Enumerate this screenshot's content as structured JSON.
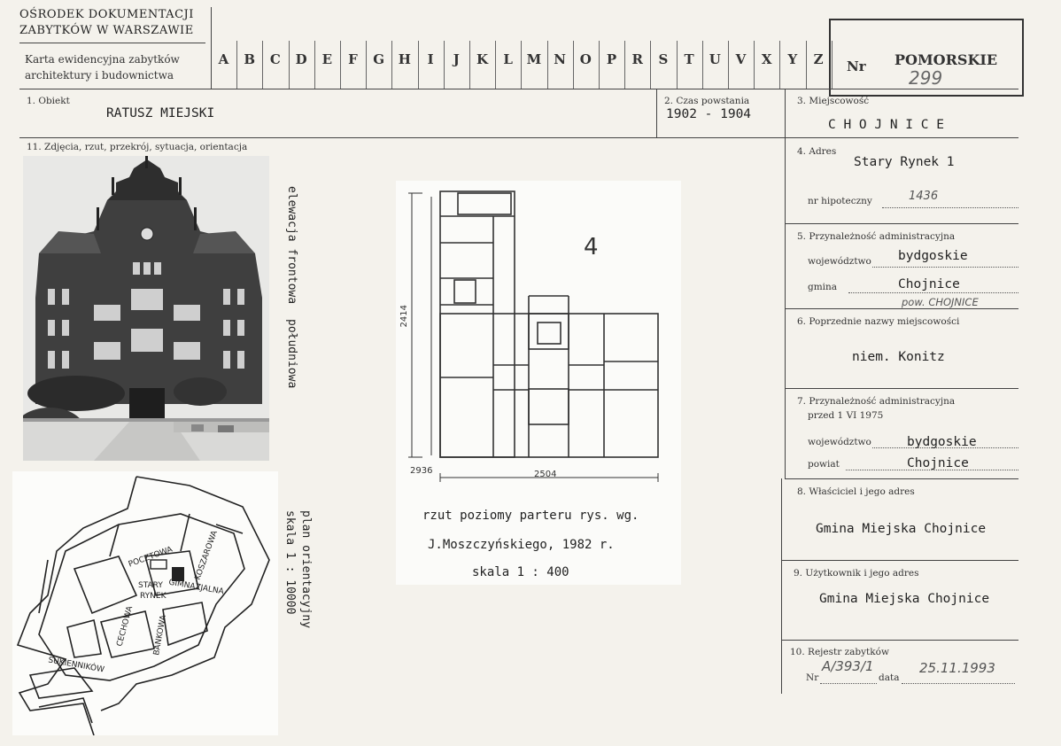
{
  "header": {
    "institution_line1": "OŚRODEK DOKUMENTACJI",
    "institution_line2": "ZABYTKÓW W WARSZAWIE",
    "card_line1": "Karta ewidencyjna zabytków",
    "card_line2": "architektury i budownictwa",
    "letters": [
      "A",
      "B",
      "C",
      "D",
      "E",
      "F",
      "G",
      "H",
      "I",
      "J",
      "K",
      "L",
      "M",
      "N",
      "O",
      "P",
      "R",
      "S",
      "T",
      "U",
      "V",
      "X",
      "Y",
      "Z"
    ],
    "nr_label": "Nr",
    "region": "POMORSKIE",
    "number": "299"
  },
  "fields": {
    "object_label": "1. Obiekt",
    "object_value": "RATUSZ MIEJSKI",
    "period_label": "2. Czas powstania",
    "period_value": "1902 - 1904",
    "place_label": "3. Miejscowość",
    "place_value": "C H O J N I C E",
    "photos_label": "11. Zdjęcia, rzut, przekrój, sytuacja, orientacja",
    "address_label": "4. Adres",
    "address_value": "Stary Rynek 1",
    "mortgage_label": "nr hipoteczny",
    "mortgage_value": "1436",
    "admin_label": "5. Przynależność administracyjna",
    "voivodeship_label": "województwo",
    "voivodeship_value": "bydgoskie",
    "commune_label": "gmina",
    "commune_value": "Chojnice",
    "commune_note": "pow. CHOJNICE",
    "prev_names_label": "6. Poprzednie nazwy miejscowości",
    "prev_names_value": "niem. Konitz",
    "admin_before_label": "7. Przynależność administracyjna",
    "admin_before_sub": "przed 1 VI 1975",
    "voivodeship_before_label": "województwo",
    "voivodeship_before_value": "bydgoskie",
    "county_label": "powiat",
    "county_value": "Chojnice",
    "owner_label": "8. Właściciel i jego adres",
    "owner_value": "Gmina Miejska Chojnice",
    "user_label": "9. Użytkownik i jego adres",
    "user_value": "Gmina Miejska Chojnice",
    "register_label": "10. Rejestr zabytków",
    "register_nr_label": "Nr",
    "register_nr_value": "A/393/1",
    "register_date_label": "data",
    "register_date_value": "25.11.1993"
  },
  "captions": {
    "elevation_line1": "elewacja frontowa",
    "elevation_line2": "południowa",
    "plan_caption_1": "rzut poziomy parteru rys. wg.",
    "plan_caption_2": "J.Moszczyńskiego, 1982 r.",
    "plan_scale": "skala  1 : 400",
    "plan_number": "4",
    "plan_dim_vertical": "2414",
    "plan_dim_horizontal": "2504",
    "plan_dim_corner": "2936",
    "map_caption_1": "plan orientacyjny",
    "map_caption_2": "skala 1 : 10000"
  },
  "map_labels": {
    "poczta": "POCZTOWA",
    "koszarowa": "KOSZAROWA",
    "stary": "STARY",
    "rynek": "RYNEK",
    "gimnazjalna": "GIMNAZJALNA",
    "sukiennikow": "SUKIENNIKÓW",
    "cechowa": "CECHOWA",
    "bankowa": "BANKOWA"
  }
}
